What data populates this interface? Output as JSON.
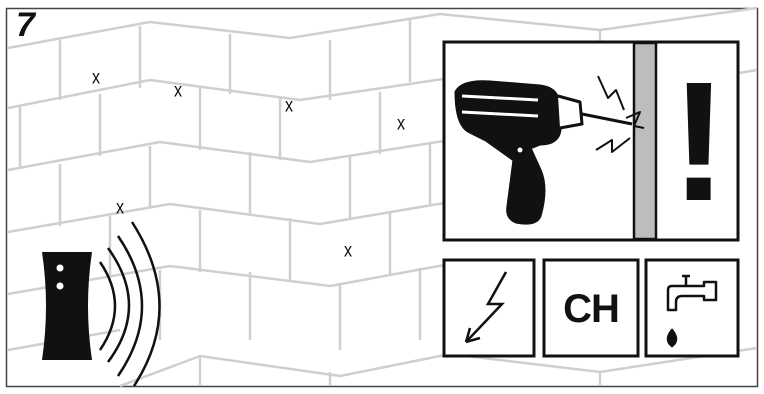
{
  "step_number": "7",
  "stud_marks": [
    {
      "label": "x"
    },
    {
      "label": "x"
    },
    {
      "label": "x"
    },
    {
      "label": "x"
    },
    {
      "label": "x"
    },
    {
      "label": "x"
    }
  ],
  "warning_panel": {
    "exclamation": "!"
  },
  "hazard_icons": {
    "electric": "lightning-icon",
    "heating": "CH",
    "water": "water-tap-icon"
  }
}
